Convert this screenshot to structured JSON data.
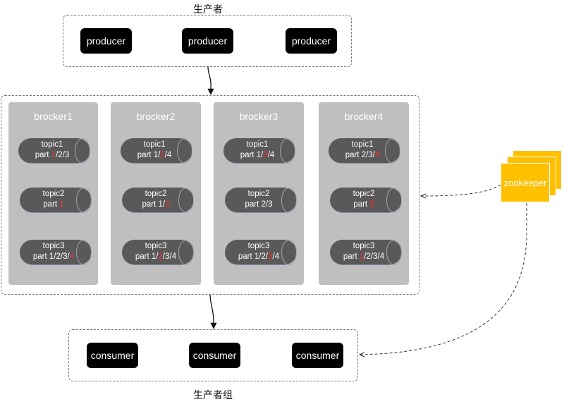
{
  "producer_group": {
    "label": "生产者",
    "nodes": [
      "producer",
      "producer",
      "producer"
    ]
  },
  "consumer_group": {
    "label": "生产者组",
    "nodes": [
      "consumer",
      "consumer",
      "consumer"
    ]
  },
  "zookeeper": {
    "label": "zookeeper"
  },
  "brokers": [
    {
      "name": "brocker1",
      "topics": [
        {
          "topic": "topic1",
          "parts_pre": "part ",
          "highlight": "1",
          "parts_post": "/2/3"
        },
        {
          "topic": "topic2",
          "parts_pre": "part ",
          "highlight": "1",
          "parts_post": ""
        },
        {
          "topic": "topic3",
          "parts_pre": "part 1/2/3/",
          "highlight": "4",
          "parts_post": ""
        }
      ]
    },
    {
      "name": "brocker2",
      "topics": [
        {
          "topic": "topic1",
          "parts_pre": "part 1/",
          "highlight": "2",
          "parts_post": "/4"
        },
        {
          "topic": "topic2",
          "parts_pre": "part 1/",
          "highlight": "2",
          "parts_post": ""
        },
        {
          "topic": "topic3",
          "parts_pre": "part 1/",
          "highlight": "2",
          "parts_post": "/3/4"
        }
      ]
    },
    {
      "name": "brocker3",
      "topics": [
        {
          "topic": "topic1",
          "parts_pre": "part 1/",
          "highlight": "3",
          "parts_post": "/4"
        },
        {
          "topic": "topic2",
          "parts_pre": "part 2/3",
          "highlight": "",
          "parts_post": ""
        },
        {
          "topic": "topic3",
          "parts_pre": "part 1/2/",
          "highlight": "3",
          "parts_post": "/4"
        }
      ]
    },
    {
      "name": "brocker4",
      "topics": [
        {
          "topic": "topic1",
          "parts_pre": "part 2/3/",
          "highlight": "4",
          "parts_post": ""
        },
        {
          "topic": "topic2",
          "parts_pre": "part ",
          "highlight": "3",
          "parts_post": ""
        },
        {
          "topic": "topic3",
          "parts_pre": "part ",
          "highlight": "1",
          "parts_post": "/2/3/4"
        }
      ]
    }
  ]
}
